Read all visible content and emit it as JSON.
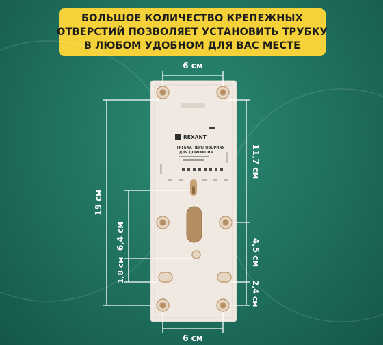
{
  "banner": {
    "line1": "БОЛЬШОЕ КОЛИЧЕСТВО КРЕПЕЖНЫХ",
    "line2": "ОТВЕРСТИЙ ПОЗВОЛЯЕТ  УСТАНОВИТЬ ТРУБКУ",
    "line3": "В ЛЮБОМ УДОБНОМ ДЛЯ ВАС МЕСТЕ"
  },
  "device": {
    "brand": "REXANT",
    "product_line1": "ТРУБКА ПЕРЕГОВОРНАЯ",
    "product_line2": "ДЛЯ ДОМОФОНА"
  },
  "dimensions": {
    "top_width": "6 см",
    "bottom_width": "6 см",
    "total_height": "19 см",
    "right_upper": "11,7 см",
    "left_middle": "6,4 см",
    "right_middle": "4,5 см",
    "left_small": "1,8 см",
    "right_small": "2,4 см"
  },
  "colors": {
    "background": "#1f6f5e",
    "banner": "#f6d23a",
    "device_body": "#efe9e2",
    "dimension_lines": "#ffffff"
  }
}
